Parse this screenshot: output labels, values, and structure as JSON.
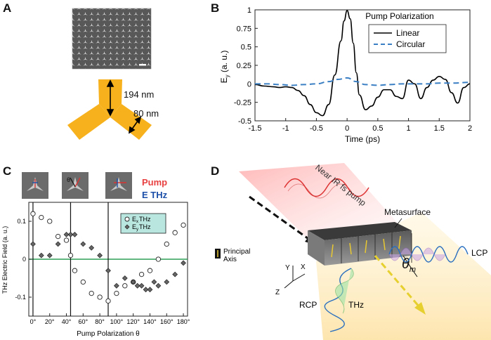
{
  "panels": {
    "a": "A",
    "b": "B",
    "c": "C",
    "d": "D"
  },
  "panel_a": {
    "dim_length": "194 nm",
    "dim_width": "80 nm"
  },
  "panel_d": {
    "beam_label": "Near IR fs pump",
    "metasurface": "Metasurface",
    "principal_axis_1": "Principal",
    "principal_axis_2": "Axis",
    "lcp": "LCP",
    "rcp": "RCP",
    "thz": "THz",
    "theta": "θ",
    "theta_sub": "m",
    "axis_y": "Y",
    "axis_x": "X",
    "axis_z": "Z"
  },
  "chart_data": [
    {
      "panel": "B",
      "type": "line",
      "xlabel": "Time (ps)",
      "ylabel": "E",
      "ylabel_sub": "y",
      "ylabel_tail": " (a. u.)",
      "xlim": [
        -1.5,
        2
      ],
      "ylim": [
        -0.5,
        1
      ],
      "xticks": [
        "-1.5",
        "-1",
        "-0.5",
        "0",
        "0.5",
        "1",
        "1.5",
        "2"
      ],
      "xtick_values": [
        -1.5,
        -1,
        -0.5,
        0,
        0.5,
        1,
        1.5,
        2
      ],
      "yticks": [
        "-0.5",
        "-0.25",
        "0",
        "0.25",
        "0.5",
        "0.75",
        "1"
      ],
      "ytick_values": [
        -0.5,
        -0.25,
        0,
        0.25,
        0.5,
        0.75,
        1
      ],
      "legend_title": "Pump Polarization",
      "legend_position": "top-right",
      "series": [
        {
          "name": "Linear",
          "color": "#000000",
          "style": "solid",
          "x": [
            -1.5,
            -1.35,
            -1.2,
            -1.1,
            -1.0,
            -0.9,
            -0.8,
            -0.7,
            -0.6,
            -0.5,
            -0.4,
            -0.3,
            -0.2,
            -0.1,
            -0.05,
            0.0,
            0.05,
            0.1,
            0.15,
            0.2,
            0.3,
            0.4,
            0.5,
            0.6,
            0.7,
            0.8,
            0.9,
            1.0,
            1.1,
            1.2,
            1.3,
            1.4,
            1.5,
            1.6,
            1.7,
            1.8,
            1.9,
            2.0
          ],
          "y": [
            -0.01,
            -0.03,
            -0.04,
            -0.05,
            -0.04,
            -0.05,
            -0.09,
            -0.16,
            -0.28,
            -0.39,
            -0.43,
            -0.28,
            0.12,
            0.58,
            0.85,
            0.99,
            0.88,
            0.55,
            0.15,
            -0.15,
            -0.35,
            -0.3,
            -0.18,
            -0.08,
            -0.08,
            -0.17,
            -0.2,
            0.05,
            0.0,
            -0.2,
            -0.05,
            0.05,
            0.1,
            0.06,
            -0.12,
            -0.26,
            -0.05,
            0.0
          ]
        },
        {
          "name": "Circular",
          "color": "#3a7fc3",
          "style": "dashed",
          "x": [
            -1.5,
            -1.3,
            -1.1,
            -0.9,
            -0.7,
            -0.5,
            -0.3,
            -0.15,
            0.0,
            0.15,
            0.3,
            0.5,
            0.7,
            0.9,
            1.1,
            1.3,
            1.5,
            1.7,
            2.0
          ],
          "y": [
            0.0,
            0.0,
            -0.01,
            -0.02,
            -0.01,
            0.0,
            0.03,
            0.06,
            0.08,
            0.03,
            -0.01,
            -0.02,
            -0.01,
            0.0,
            0.0,
            0.0,
            0.01,
            0.01,
            0.02
          ]
        }
      ]
    },
    {
      "panel": "C",
      "type": "scatter",
      "xlabel": "Pump Polarization θ",
      "ylabel": "THz Electric Field (a. u.)",
      "xlim": [
        -5,
        185
      ],
      "ylim": [
        -0.15,
        0.15
      ],
      "xticks": [
        "0°",
        "20°",
        "40°",
        "60°",
        "80°",
        "100°",
        "120°",
        "140°",
        "160°",
        "180°"
      ],
      "xtick_values": [
        0,
        20,
        40,
        60,
        80,
        100,
        120,
        140,
        160,
        180
      ],
      "yticks": [
        "-0.1",
        "0",
        "0.1"
      ],
      "ytick_values": [
        -0.1,
        0,
        0.1
      ],
      "pump_label": "Pump",
      "field_label": "E  THz",
      "vertical_lines": [
        0,
        45,
        90
      ],
      "legend_position": "top-center",
      "series": [
        {
          "name": "E THz",
          "legend_sub": "x",
          "marker": "circle",
          "x": [
            0,
            10,
            20,
            30,
            40,
            45,
            50,
            60,
            70,
            80,
            90,
            100,
            110,
            120,
            130,
            140,
            150,
            160,
            170,
            180
          ],
          "y": [
            0.12,
            0.11,
            0.1,
            0.06,
            0.05,
            0.01,
            -0.03,
            -0.06,
            -0.09,
            -0.1,
            -0.11,
            -0.09,
            -0.07,
            -0.06,
            -0.04,
            -0.03,
            0.0,
            0.04,
            0.07,
            0.09
          ]
        },
        {
          "name": "E THz",
          "legend_sub": "y",
          "marker": "diamond",
          "x": [
            0,
            10,
            20,
            30,
            40,
            45,
            50,
            60,
            70,
            80,
            90,
            100,
            110,
            120,
            125,
            130,
            135,
            140,
            145,
            150,
            160,
            170,
            180
          ],
          "y": [
            0.04,
            0.01,
            0.01,
            0.04,
            0.065,
            0.065,
            0.065,
            0.04,
            0.03,
            0.01,
            -0.03,
            -0.07,
            -0.05,
            -0.06,
            -0.07,
            -0.07,
            -0.08,
            -0.08,
            -0.06,
            -0.07,
            -0.06,
            -0.04,
            -0.01
          ]
        }
      ],
      "zero_line_color": "#2e9e56"
    }
  ]
}
